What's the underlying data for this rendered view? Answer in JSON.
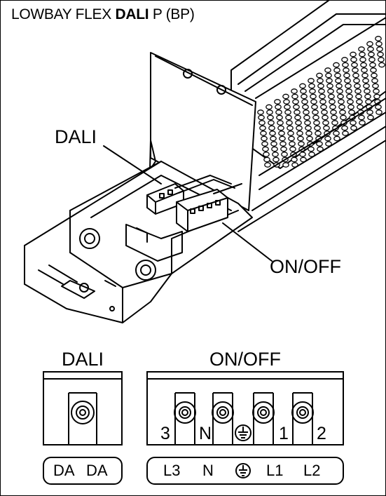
{
  "title": {
    "prefix": "LOWBAY FLEX ",
    "bold": "DALI",
    "suffix": " P (BP)"
  },
  "callouts": {
    "dali": "DALI",
    "onoff": "ON/OFF"
  },
  "dali_connector": {
    "header": "DALI",
    "labels": [
      "DA",
      "DA"
    ]
  },
  "onoff_connector": {
    "header": "ON/OFF",
    "terminal_numbers": [
      "3",
      "N",
      "1",
      "2"
    ],
    "labels": [
      "L3",
      "N",
      "⏚",
      "L1",
      "L2"
    ]
  },
  "icons": [
    "earth-ground-icon",
    "screw-terminal-icon"
  ]
}
